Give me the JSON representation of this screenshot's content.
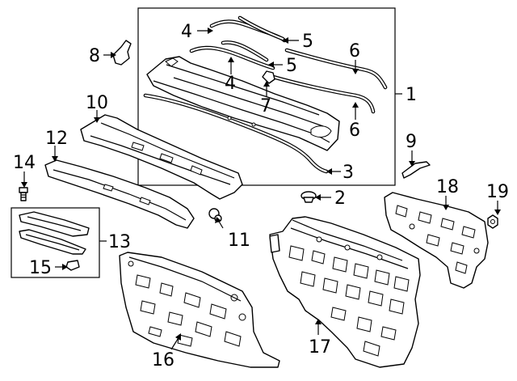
{
  "diagram": {
    "callouts": [
      "1",
      "2",
      "3",
      "4",
      "4",
      "5",
      "5",
      "6",
      "6",
      "7",
      "8",
      "9",
      "10",
      "11",
      "12",
      "13",
      "14",
      "15",
      "16",
      "17",
      "18",
      "19"
    ]
  }
}
